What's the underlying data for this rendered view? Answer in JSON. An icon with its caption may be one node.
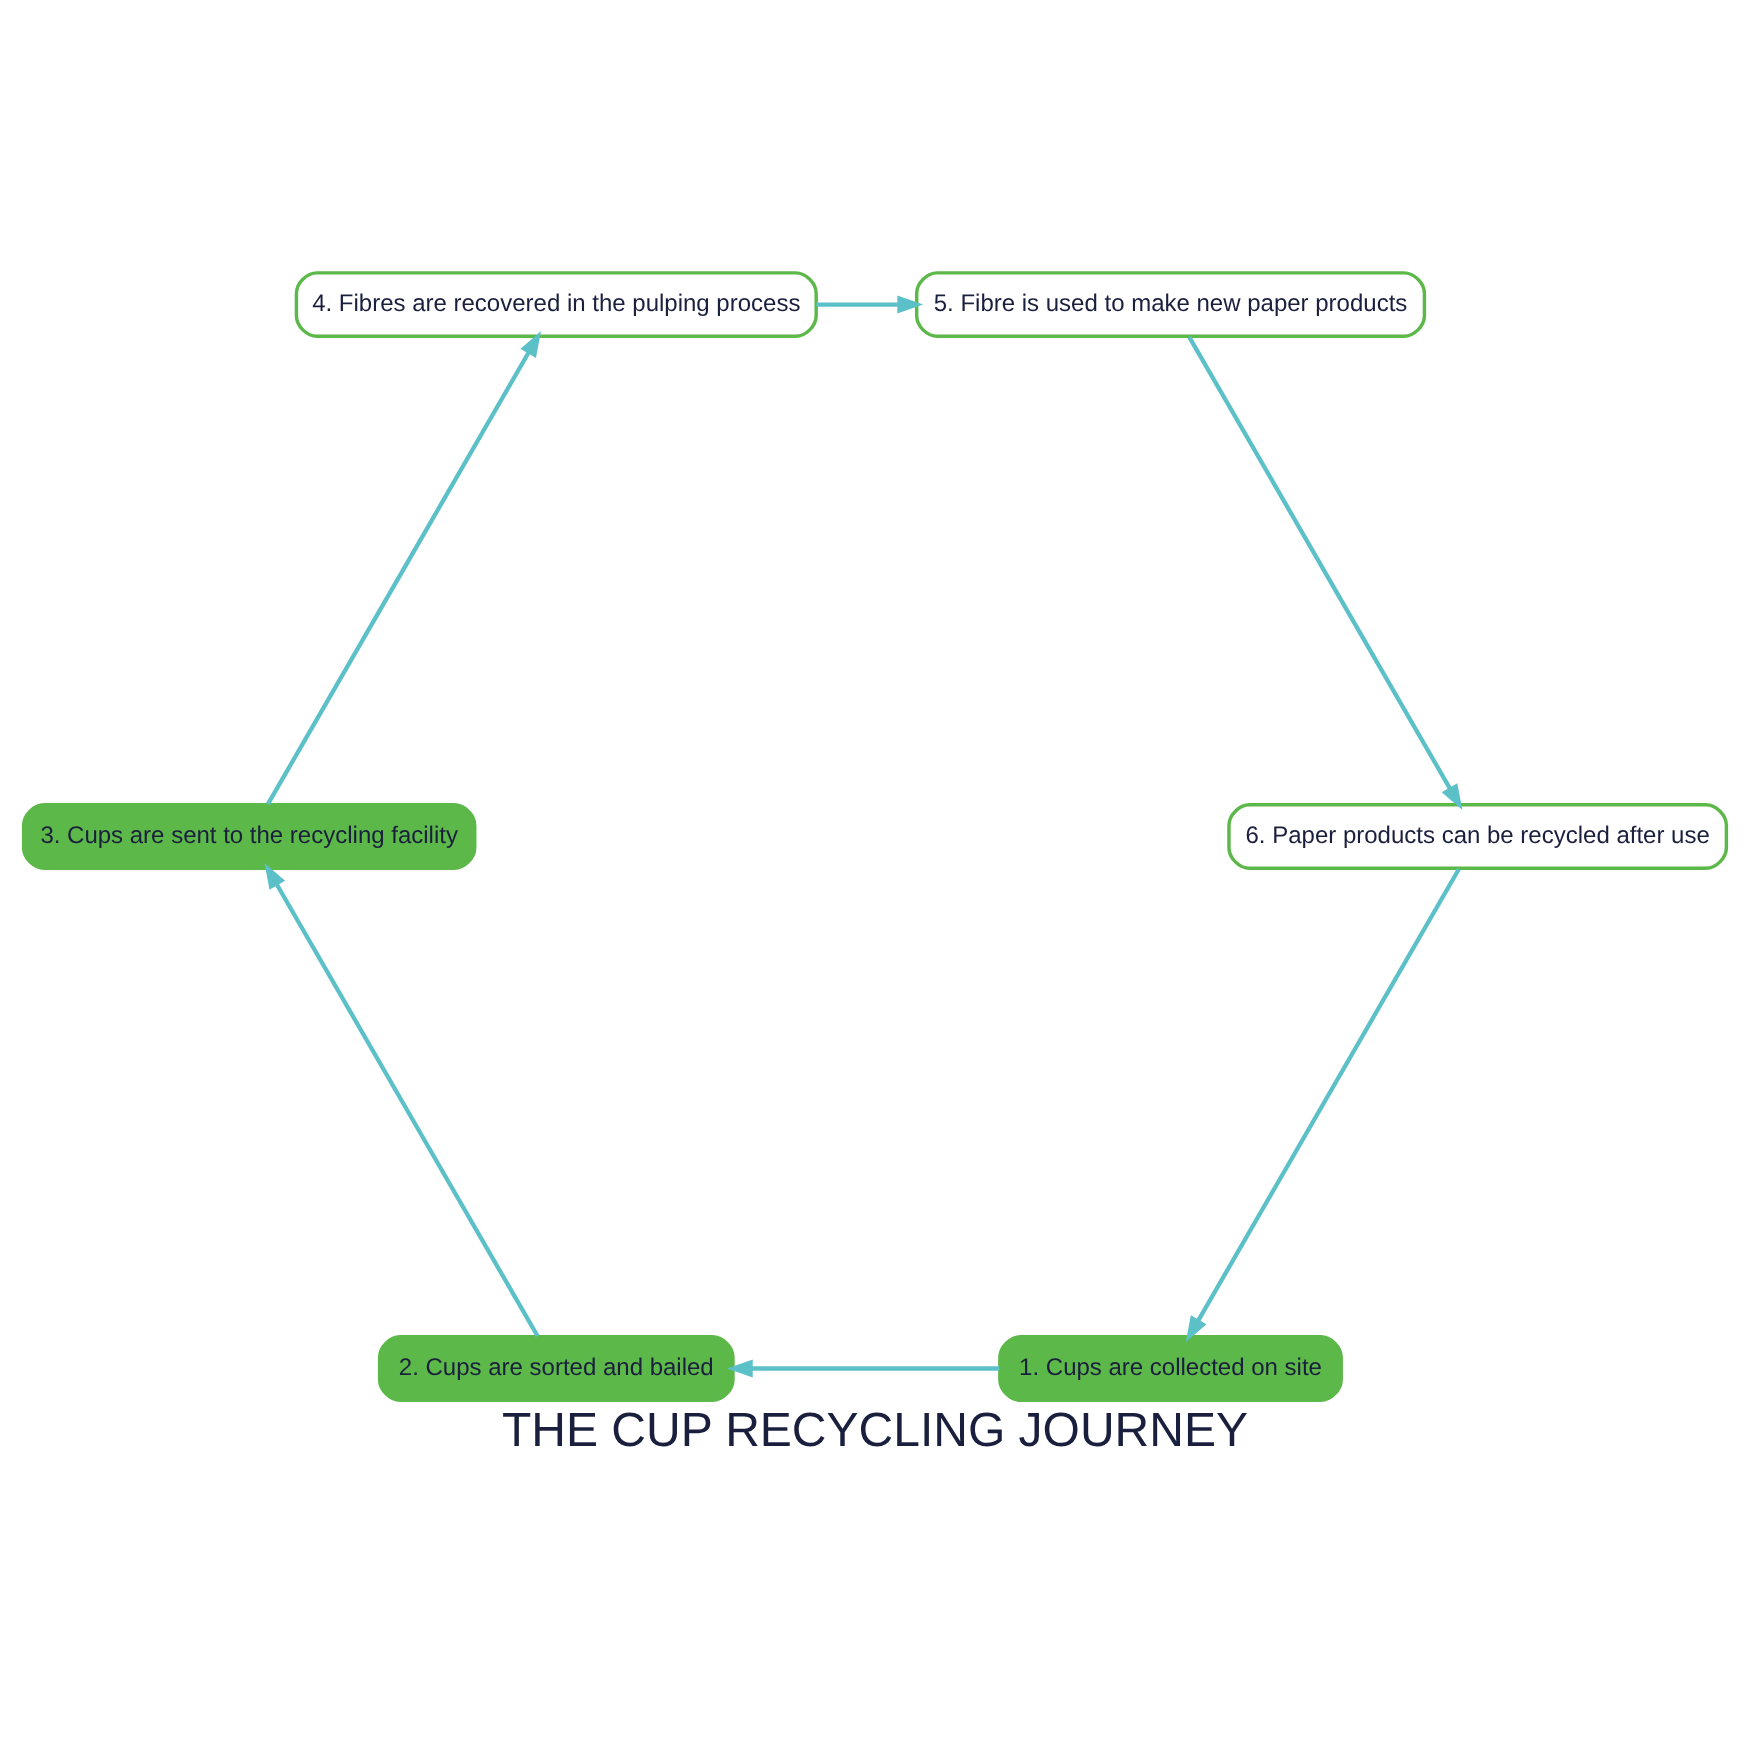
{
  "diagram": {
    "title": "THE CUP RECYCLING JOURNEY",
    "nodes": [
      {
        "text": [
          "1. Cups are collected on site"
        ]
      },
      {
        "text": [
          "2. Cups are sorted and bailed"
        ]
      },
      {
        "text": [
          "3. Cups are sent to the recycling facility"
        ]
      },
      {
        "text": [
          "4. Fibres are recovered in the pulping process"
        ]
      },
      {
        "text": [
          "5. Fibre is used to make new paper products"
        ]
      },
      {
        "text": [
          "6. Paper products can be recycled after use"
        ]
      }
    ],
    "edges": [
      {
        "from": 0,
        "to": 1,
        "arrow": "to"
      },
      {
        "from": 1,
        "to": 2,
        "arrow": "to"
      },
      {
        "from": 2,
        "to": 3,
        "arrow": "to"
      },
      {
        "from": 3,
        "to": 4,
        "arrow": "to"
      },
      {
        "from": 4,
        "to": 5,
        "arrow": "to"
      },
      {
        "from": 5,
        "to": 0,
        "arrow": "to"
      }
    ]
  }
}
